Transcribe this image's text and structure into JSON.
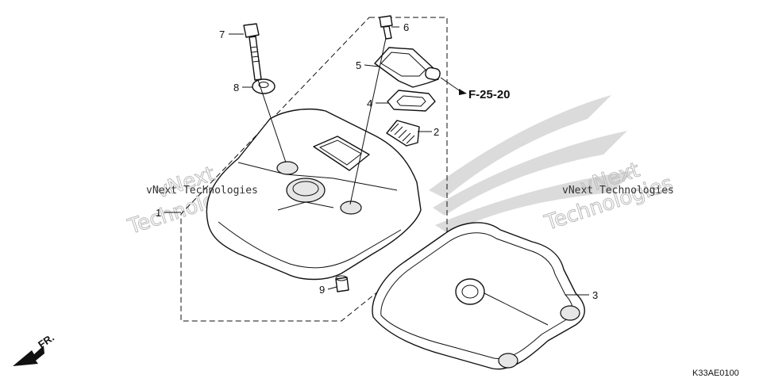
{
  "diagram": {
    "callouts": [
      {
        "id": "1",
        "label": "1"
      },
      {
        "id": "2",
        "label": "2"
      },
      {
        "id": "3",
        "label": "3"
      },
      {
        "id": "4",
        "label": "4"
      },
      {
        "id": "5",
        "label": "5"
      },
      {
        "id": "6",
        "label": "6"
      },
      {
        "id": "7",
        "label": "7"
      },
      {
        "id": "8",
        "label": "8"
      },
      {
        "id": "9",
        "label": "9"
      }
    ],
    "reference": "F-25-20",
    "front_label": "FR.",
    "drawing_code": "K33AE0100"
  },
  "watermarks": {
    "small_left": "vNext Technologies",
    "small_right": "vNext Technologies",
    "big_left_1": "vNext",
    "big_left_2": "Technologies",
    "big_right_1": "vNext",
    "big_right_2": "Technologies"
  }
}
